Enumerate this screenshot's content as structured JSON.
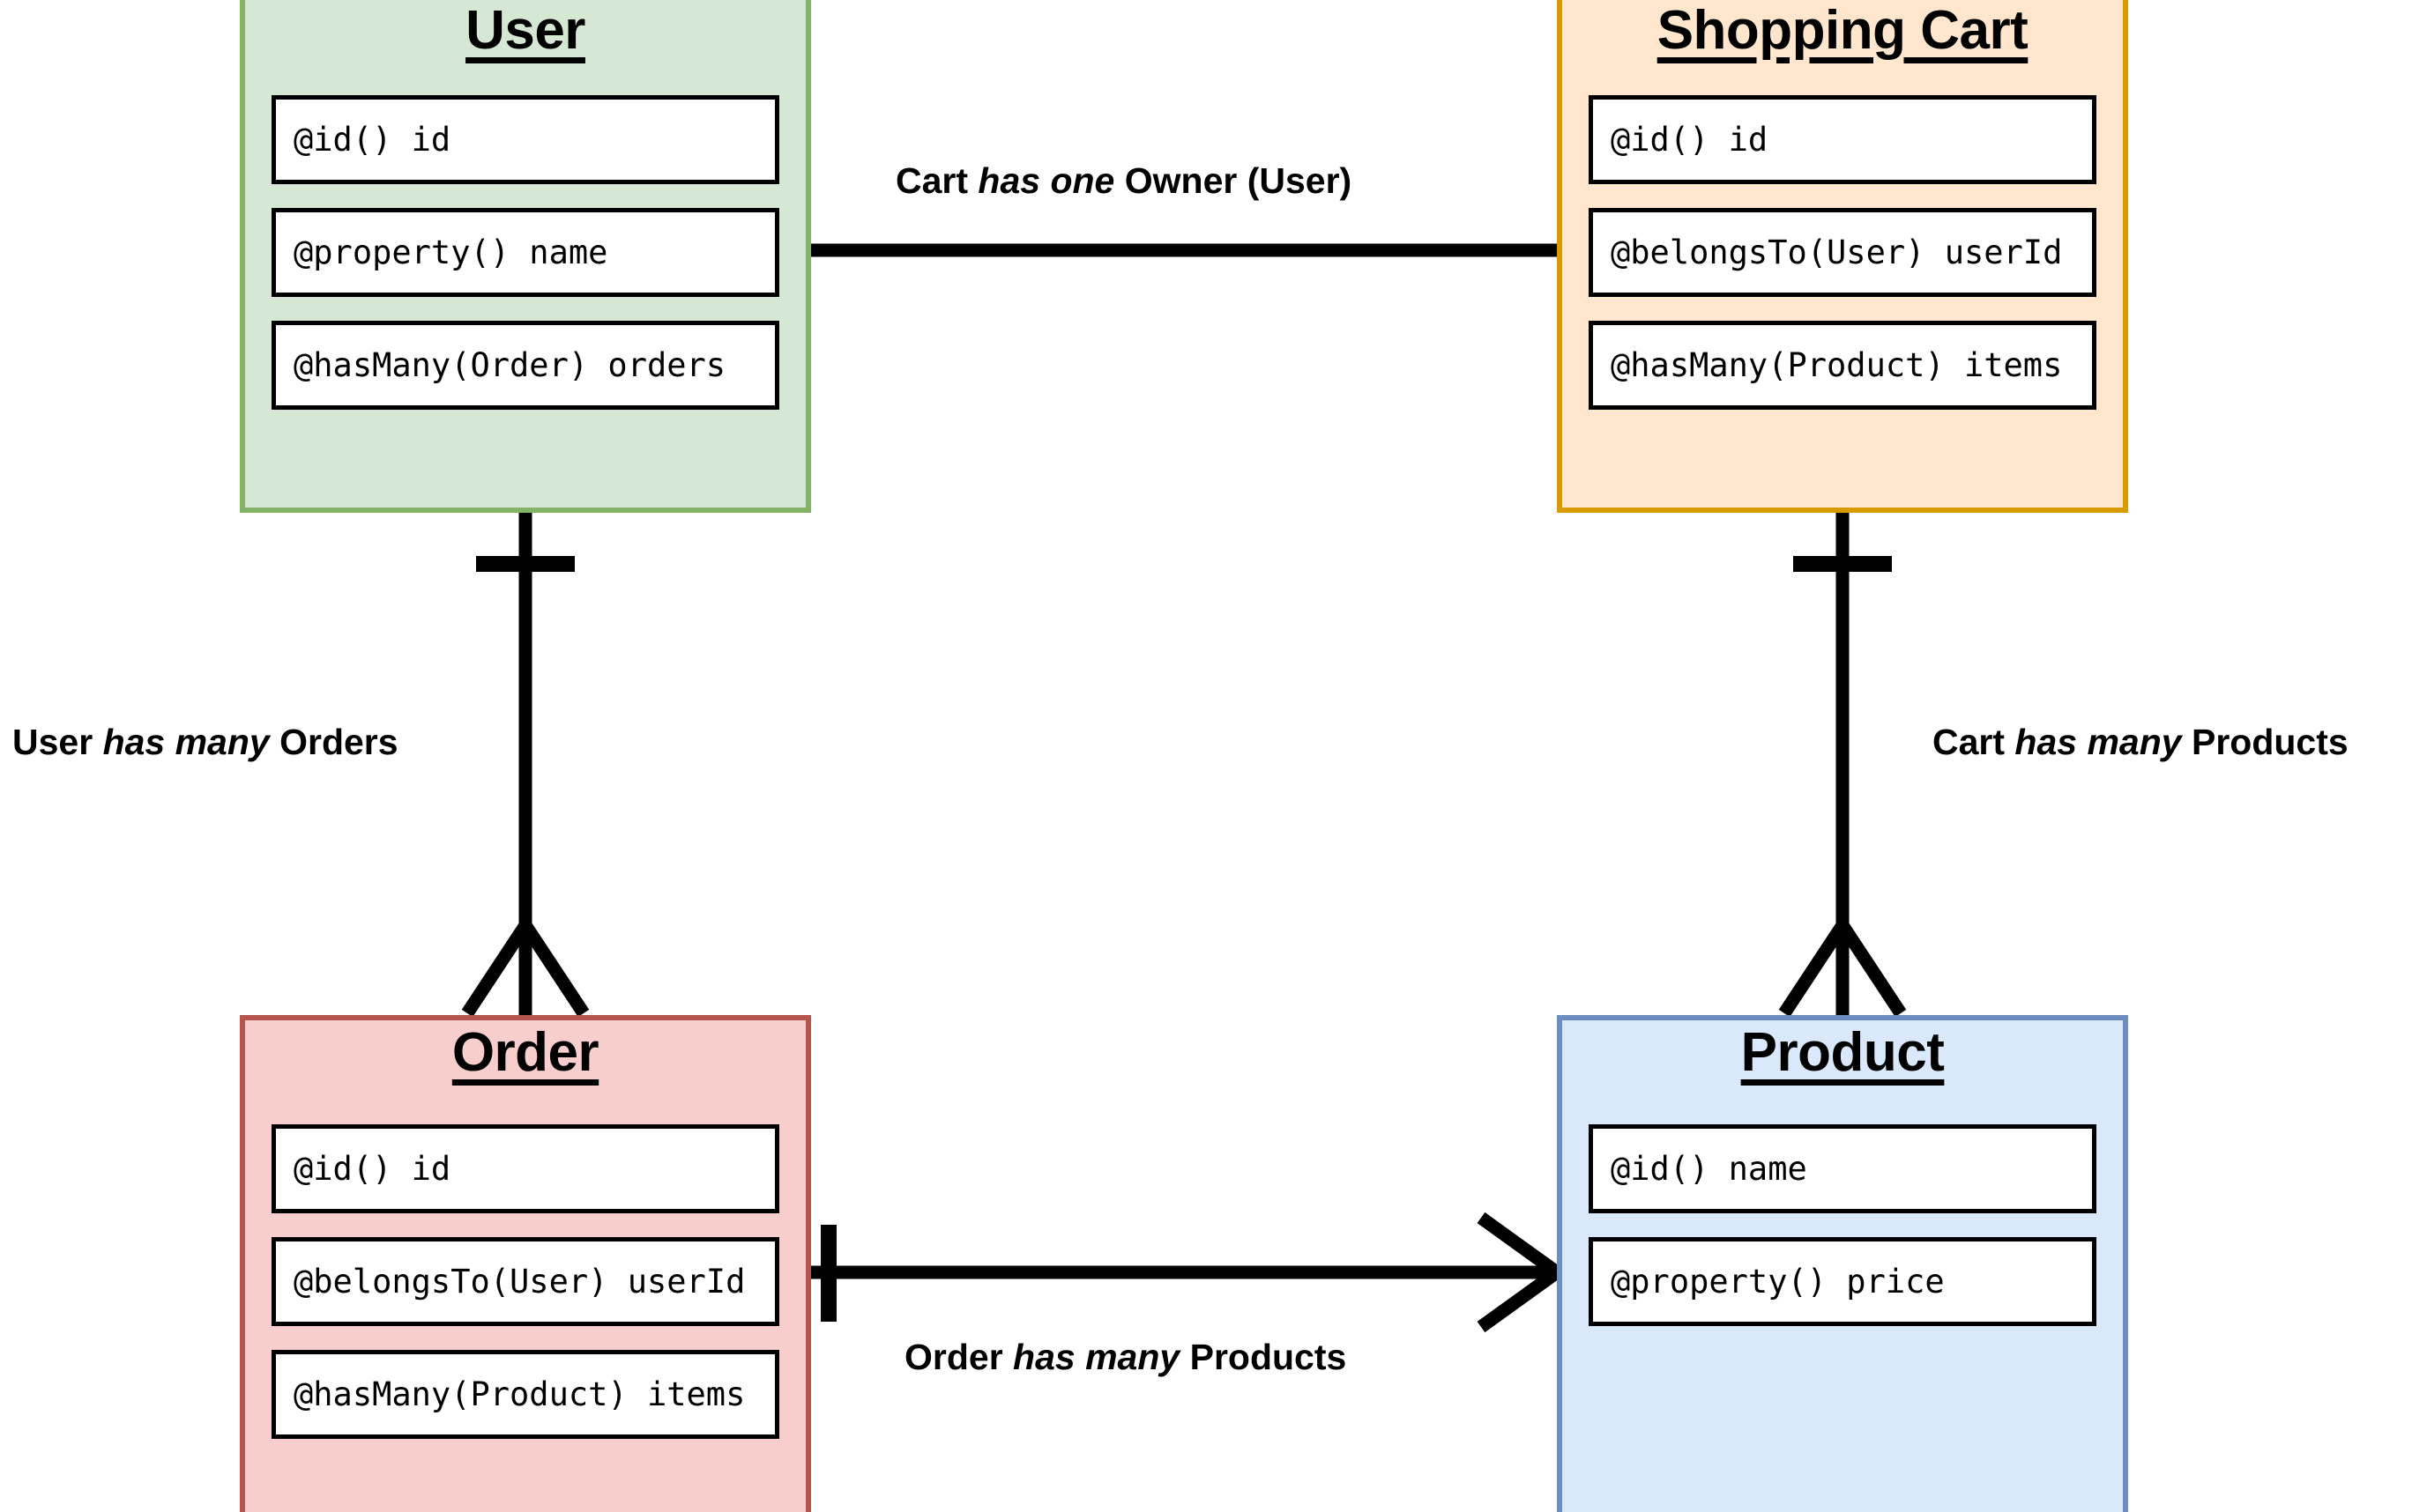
{
  "diagram": {
    "type": "entity-relationship-diagram",
    "notation": "crow's foot",
    "background": "#ffffff"
  },
  "entities": [
    {
      "id": "user",
      "title": "User",
      "fill": "#d5e8d4",
      "stroke": "#82b366",
      "attributes": [
        "@id() id",
        "@property() name",
        "@hasMany(Order) orders"
      ]
    },
    {
      "id": "shopping-cart",
      "title": "Shopping Cart",
      "fill": "#ffe6cc",
      "stroke": "#d79b00",
      "attributes": [
        "@id() id",
        "@belongsTo(User) userId",
        "@hasMany(Product) items"
      ]
    },
    {
      "id": "order",
      "title": "Order",
      "fill": "#f8cecc",
      "stroke": "#b85450",
      "attributes": [
        "@id() id",
        "@belongsTo(User) userId",
        "@hasMany(Product) items"
      ]
    },
    {
      "id": "product",
      "title": "Product",
      "fill": "#dae8fc",
      "stroke": "#6c8ebf",
      "attributes": [
        "@id() name",
        "@property() price"
      ]
    }
  ],
  "relationships": [
    {
      "id": "cart-owner",
      "from": "user",
      "to": "shopping-cart",
      "label_prefix": "Cart ",
      "label_emphasis": "has one",
      "label_suffix": " Owner (User)",
      "from_marker": "none",
      "to_marker": "none"
    },
    {
      "id": "user-orders",
      "from": "user",
      "to": "order",
      "label_prefix": "User ",
      "label_emphasis": "has many",
      "label_suffix": " Orders",
      "from_marker": "one",
      "to_marker": "many"
    },
    {
      "id": "cart-products",
      "from": "shopping-cart",
      "to": "product",
      "label_prefix": "Cart ",
      "label_emphasis": "has many",
      "label_suffix": " Products",
      "from_marker": "one",
      "to_marker": "many"
    },
    {
      "id": "order-products",
      "from": "order",
      "to": "product",
      "label_prefix": "Order ",
      "label_emphasis": "has many",
      "label_suffix": " Products",
      "from_marker": "one",
      "to_marker": "many"
    }
  ]
}
